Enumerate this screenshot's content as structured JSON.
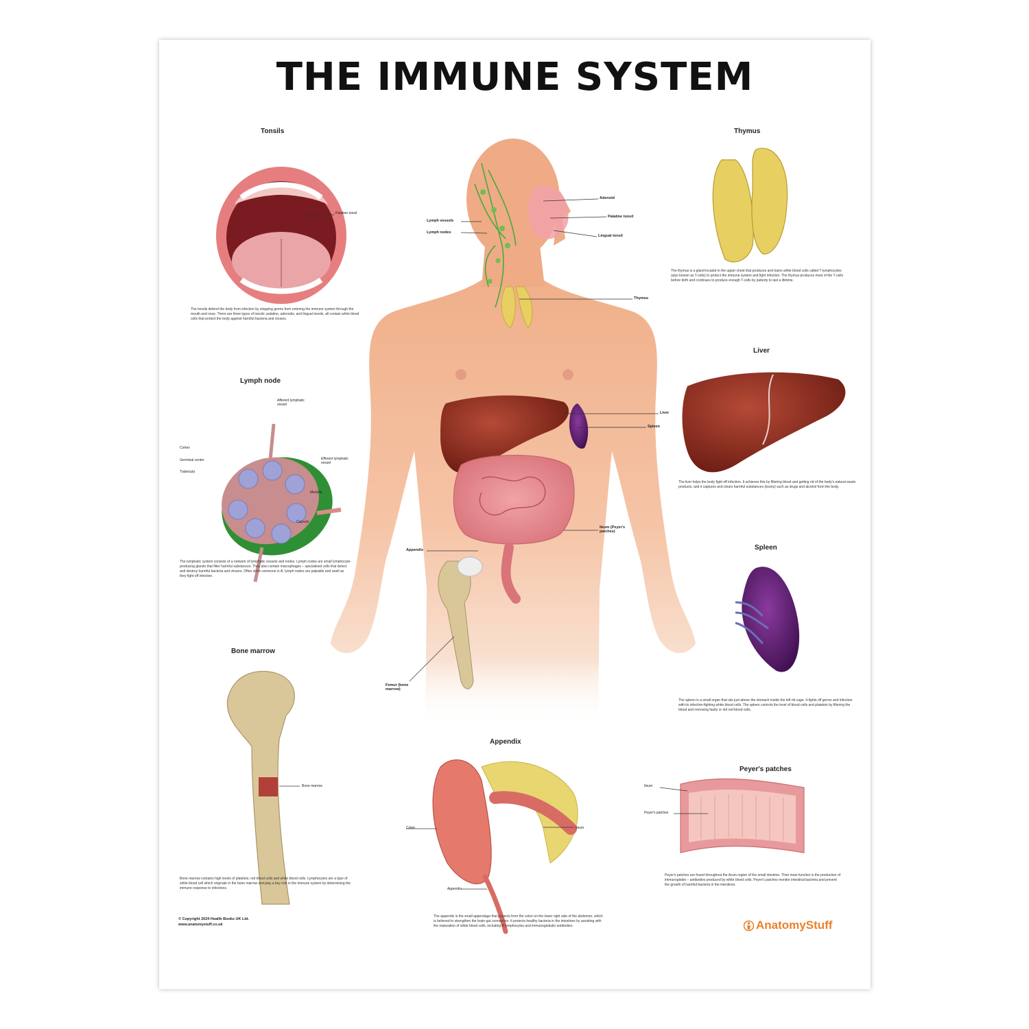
{
  "title": "THE IMMUNE SYSTEM",
  "sections": {
    "tonsils": {
      "heading": "Tonsils",
      "caption": "The tonsils defend the body from infection by stopping germs from entering the immune system through the mouth and nose. There are three types of tonsils: palatine, adenoids, and lingual tonsils, all contain white blood cells that protect the body against harmful bacteria and viruses.",
      "labels": [
        "Palatine tonsil"
      ]
    },
    "lymph_node": {
      "heading": "Lymph node",
      "caption": "The lymphatic system consists of a network of lymphatic vessels and nodes. Lymph nodes are small lymphocyte-producing glands that filter harmful substances. They also contain macrophages – specialised cells that detect and destroy harmful bacteria and viruses. Often when someone is ill, lymph nodes are palpable and swell as they fight off infection.",
      "labels": [
        "Afferent lymphatic vessel",
        "Cortex",
        "Germinal centre",
        "Trabecula",
        "Efferent lymphatic vessel",
        "Medulla",
        "Capsule"
      ]
    },
    "bone_marrow": {
      "heading": "Bone marrow",
      "caption": "Bone marrow contains high levels of platelets, red blood cells and white blood cells. Lymphocytes are a type of white blood cell which originate in the bone marrow and play a key role in the immune system by determining the immune response to infections.",
      "labels": [
        "Bone marrow"
      ]
    },
    "appendix": {
      "heading": "Appendix",
      "caption": "The appendix is the small appendage that projects from the colon on the lower right side of the abdomen, which is believed to strengthen the brain-gut connection. It protects healthy bacteria in the intestines by assisting with the maturation of white blood cells, including B lymphocytes and immunoglobulin antibodies.",
      "labels": [
        "Colon",
        "Ileum",
        "Appendix"
      ]
    },
    "thymus": {
      "heading": "Thymus",
      "caption": "The thymus is a gland located in the upper chest that produces and trains white blood cells called T-lymphocytes (also known as T-cells) to protect the immune system and fight infection. The thymus produces most of the T-cells before birth and continues to produce enough T-cells by puberty to last a lifetime."
    },
    "liver": {
      "heading": "Liver",
      "caption": "The liver helps the body fight off infection. It achieves this by filtering blood and getting rid of the body's natural waste products, and it captures and clears harmful substances (toxins) such as drugs and alcohol from the body."
    },
    "spleen": {
      "heading": "Spleen",
      "caption": "The spleen is a small organ that sits just above the stomach inside the left rib cage. It fights off germs and infection with its infection-fighting white blood cells. The spleen controls the level of blood cells and platelets by filtering the blood and removing faulty or old red blood cells."
    },
    "peyers": {
      "heading": "Peyer's patches",
      "caption": "Peyer's patches are found throughout the ileum region of the small intestine. Their main function is the production of immunoglobin – antibodies produced by white blood cells. Peyer's patches monitor intestinal bacteria and prevent the growth of harmful bacteria in the intestines.",
      "labels": [
        "Ileum",
        "Peyer's patches"
      ]
    }
  },
  "body_labels": {
    "adenoid": "Adenoid",
    "palatine_tonsil": "Palatine tonsil",
    "lingual_tonsil": "Lingual tonsil",
    "lymph_vessels": "Lymph vessels",
    "lymph_nodes": "Lymph nodes",
    "thymus": "Thymus",
    "liver": "Liver",
    "spleen": "Spleen",
    "ileum": "Ileum (Peyer's patches)",
    "appendix": "Appendix",
    "femur": "Femur (bone marrow)"
  },
  "footer": {
    "copyright": "© Copyright 2024 Health Books UK Ltd.",
    "website": "www.anatomystuff.co.uk",
    "brand": "AnatomyStuff"
  },
  "colors": {
    "skin": "#f2b48f",
    "liver": "#8e2b1f",
    "spleen": "#5b1f6e",
    "intestine": "#e48a8f",
    "thymus": "#e8cf62",
    "bone": "#d9c79a",
    "lymph": "#49a83b",
    "brand": "#e8822a"
  }
}
